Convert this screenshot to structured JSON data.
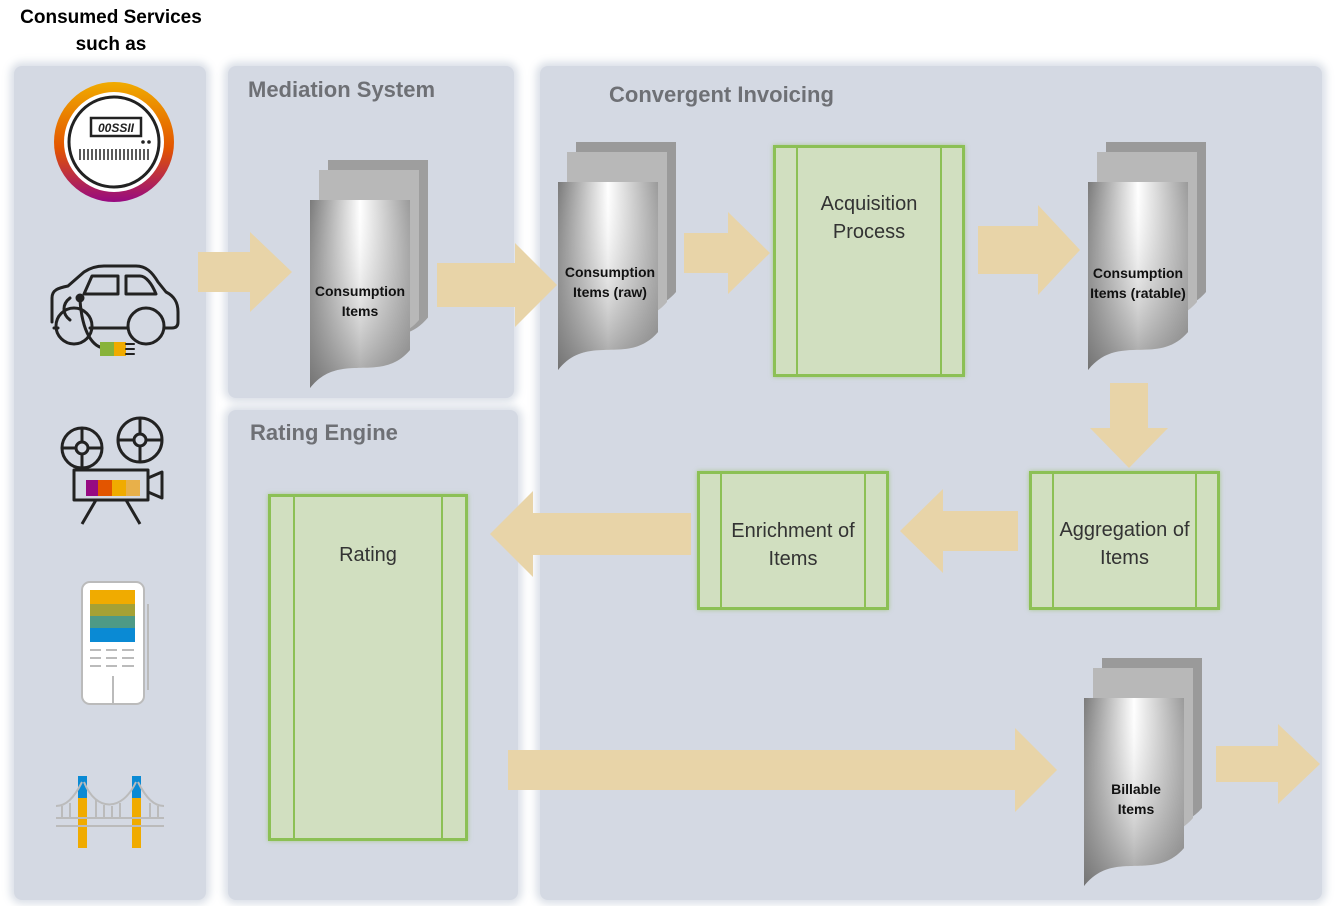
{
  "header": {
    "line1": "Consumed Services",
    "line2": "such as"
  },
  "services": [
    {
      "icon": "smart-meter-icon",
      "meter_reading": "00SSII"
    },
    {
      "icon": "electric-car-icon"
    },
    {
      "icon": "film-projector-icon"
    },
    {
      "icon": "payment-terminal-icon"
    },
    {
      "icon": "toll-bridge-icon"
    }
  ],
  "panels": {
    "mediation": "Mediation System",
    "rating_engine": "Rating Engine",
    "convergent": "Convergent Invoicing"
  },
  "documents": {
    "mediation_items": [
      "Consumption",
      "Items"
    ],
    "raw_items": [
      "Consumption",
      "Items (raw)"
    ],
    "ratable_items": [
      "Consumption",
      "Items (ratable)"
    ],
    "billable_items": [
      "Billable",
      "Items"
    ]
  },
  "processes": {
    "acquisition": [
      "Acquisition",
      "Process"
    ],
    "aggregation": [
      "Aggregation of",
      "Items"
    ],
    "enrichment": [
      "Enrichment of",
      "Items"
    ],
    "rating": [
      "Rating"
    ]
  },
  "colors": {
    "panel": "#d4d9e3",
    "process_fill": "#d1dfc0",
    "process_border": "#8cc055",
    "arrow": "#e8d4a8",
    "panel_title": "#6e7075"
  }
}
